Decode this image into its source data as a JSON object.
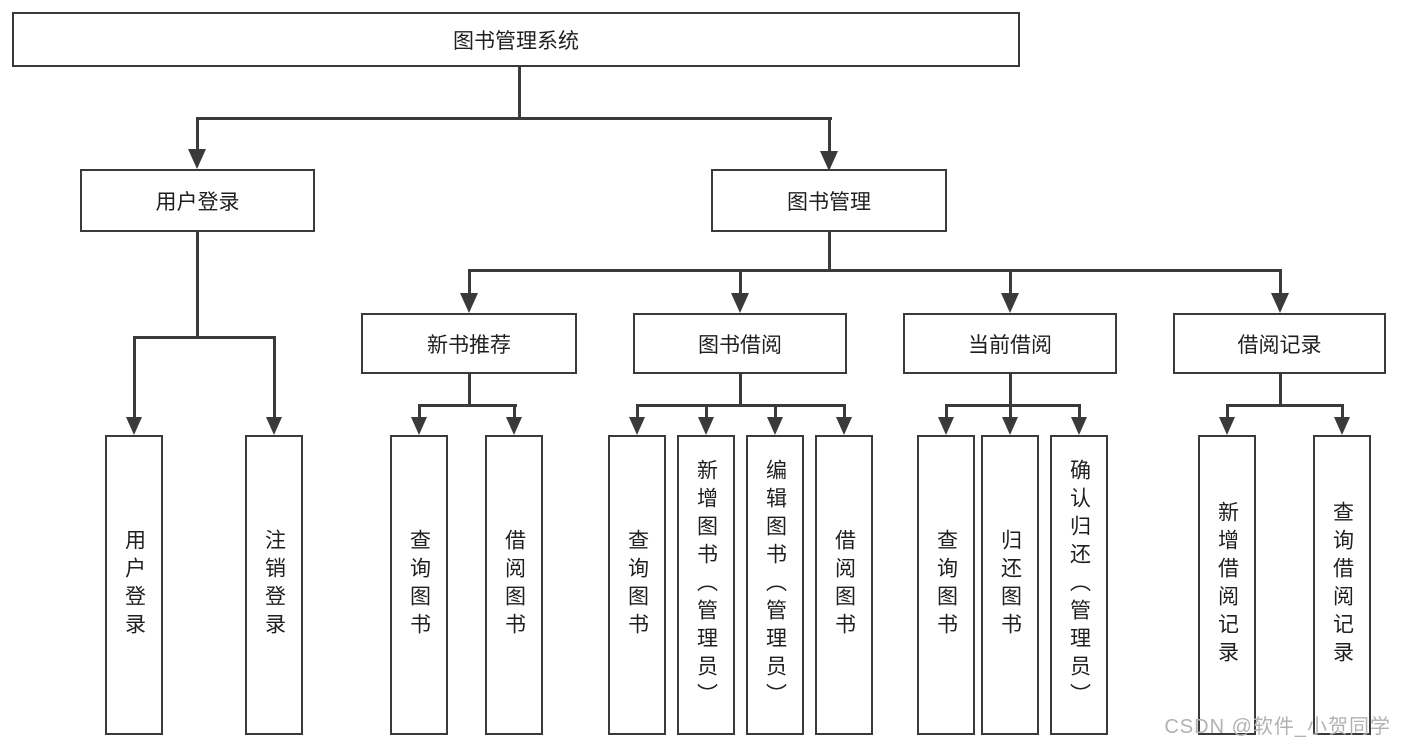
{
  "tree": {
    "root": {
      "label": "图书管理系统"
    },
    "branches": [
      {
        "label": "用户登录",
        "children": [
          "用户登录",
          "注销登录"
        ]
      },
      {
        "label": "图书管理",
        "groups": [
          {
            "label": "新书推荐",
            "children": [
              "查询图书",
              "借阅图书"
            ]
          },
          {
            "label": "图书借阅",
            "children": [
              "查询图书",
              "新增图书（管理员）",
              "编辑图书（管理员）",
              "借阅图书"
            ]
          },
          {
            "label": "当前借阅",
            "children": [
              "查询图书",
              "归还图书",
              "确认归还（管理员）"
            ]
          },
          {
            "label": "借阅记录",
            "children": [
              "新增借阅记录",
              "查询借阅记录"
            ]
          }
        ]
      }
    ]
  },
  "watermark": "CSDN @软件_小贺同学",
  "colors": {
    "line": "#3a3a3a",
    "text": "#1f1f1f",
    "watermark": "#b2b2b2",
    "background": "#ffffff"
  }
}
